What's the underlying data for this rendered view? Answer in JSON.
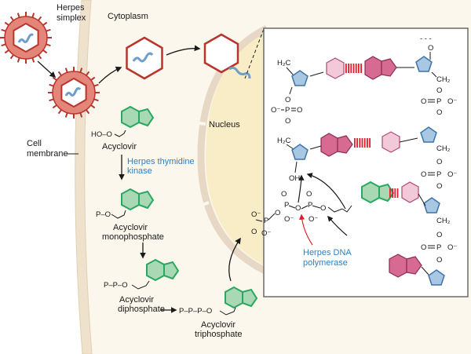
{
  "labels": {
    "herpes_simplex": [
      "Herpes",
      "simplex"
    ],
    "cytoplasm": "Cytoplasm",
    "nucleus": "Nucleus",
    "cell_membrane": [
      "Cell",
      "membrane"
    ],
    "acyclovir": "Acyclovir",
    "kinase": [
      "Herpes thymidine",
      "kinase"
    ],
    "monophosphate": [
      "Acyclovir",
      "monophosphate"
    ],
    "diphosphate": [
      "Acyclovir",
      "diphosphate"
    ],
    "triphosphate": [
      "Acyclovir",
      "triphosphate"
    ],
    "polymerase": [
      "Herpes DNA",
      "polymerase"
    ]
  },
  "groups": {
    "ho": "HO–O",
    "p_o": "P–O",
    "pp_o": "P–P–O",
    "ppp_o": "P–P–P–O"
  },
  "atoms": {
    "o": "O",
    "p": "P",
    "h2c": "H₂C",
    "ch2": "CH₂",
    "oh": "OH",
    "o_minus": "O⁻",
    "dashes": "- - -"
  },
  "colors": {
    "virus": "#e4857a",
    "virus_stroke": "#b8342c",
    "dna": "#6e9ec9",
    "drug_green": "#2aa760",
    "drug_green_fill": "#a8d9b4",
    "base_pink": "#d76a91",
    "base_pink_light": "#f1c9d8",
    "bond_red": "#e21c2a",
    "sugar_blue": "#a8c7e2",
    "sugar_stroke": "#3c73a8",
    "membrane": "#efe2cd",
    "cytoplasm": "#fbf7ec",
    "nucleus": "#f9edc7",
    "label_blue": "#2f7fc1"
  }
}
